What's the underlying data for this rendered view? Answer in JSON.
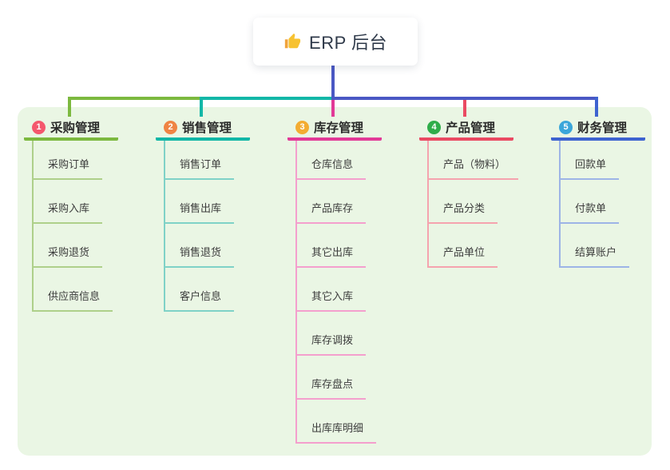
{
  "root": {
    "label": "ERP 后台",
    "icon": "thumbs-up-icon"
  },
  "branches": [
    {
      "num": "1",
      "label": "采购管理",
      "badge_color": "#f4586d",
      "color": "#7cb93f",
      "light_color": "#aed08a",
      "children": [
        "采购订单",
        "采购入库",
        "采购退货",
        "供应商信息"
      ]
    },
    {
      "num": "2",
      "label": "销售管理",
      "badge_color": "#ef8444",
      "color": "#12b7a7",
      "light_color": "#7fd2c7",
      "children": [
        "销售订单",
        "销售出库",
        "销售退货",
        "客户信息"
      ]
    },
    {
      "num": "3",
      "label": "库存管理",
      "badge_color": "#f3ac32",
      "color": "#e23a97",
      "light_color": "#f49fcd",
      "children": [
        "仓库信息",
        "产品库存",
        "其它出库",
        "其它入库",
        "库存调拨",
        "库存盘点",
        "出库库明细"
      ]
    },
    {
      "num": "4",
      "label": "产品管理",
      "badge_color": "#2fad4a",
      "color": "#ea4a62",
      "light_color": "#f5a3ae",
      "children": [
        "产品（物料）",
        "产品分类",
        "产品单位"
      ]
    },
    {
      "num": "5",
      "label": "财务管理",
      "badge_color": "#3ba6da",
      "color": "#3e63d0",
      "light_color": "#9db4e6",
      "children": [
        "回款单",
        "付款单",
        "结算账户"
      ]
    }
  ],
  "colors": {
    "canvas_bg": "#eaf6e4",
    "connector_blue": "#4a58c4",
    "thumb_yellow": "#f7c231",
    "thumb_cuff": "#f0a33c"
  }
}
